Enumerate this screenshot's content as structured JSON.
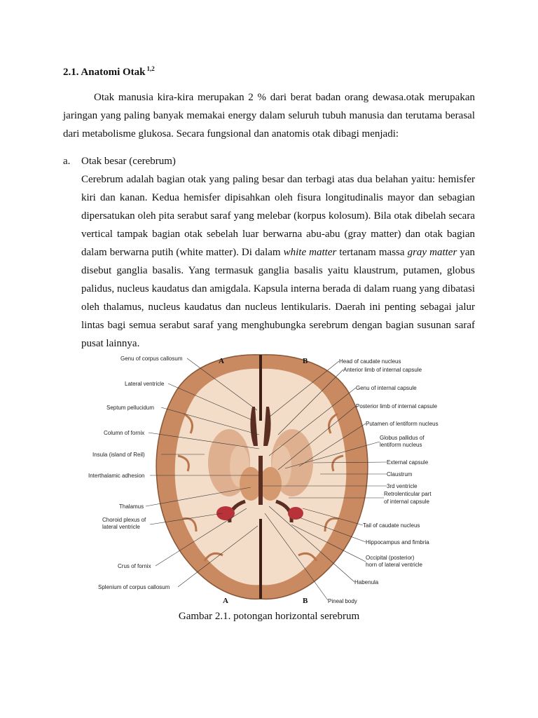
{
  "heading": {
    "text": "2.1. Anatomi Otak",
    "superscript": "1,2"
  },
  "intro": "Otak manusia kira-kira merupakan 2 % dari berat badan orang dewasa.otak merupakan jaringan yang paling banyak memakai energy dalam seluruh tubuh manusia dan terutama berasal dari metabolisme glukosa. Secara fungsional dan anatomis otak dibagi menjadi:",
  "list_item": {
    "marker": "a.",
    "title": "Otak besar (cerebrum)",
    "body": [
      {
        "text": "Cerebrum adalah bagian otak yang paling besar dan terbagi atas dua belahan yaitu: hemisfer kiri dan kanan. Kedua hemisfer dipisahkan oleh fisura longitudinalis mayor dan sebagian dipersatukan oleh pita serabut saraf yang melebar (korpus kolosum). Bila otak dibelah secara vertical tampak bagian otak sebelah luar berwarna abu-abu (gray matter) dan otak bagian dalam berwarna putih (white matter). Di dalam "
      },
      {
        "text": "white matter",
        "italic": true
      },
      {
        "text": " tertanam massa "
      },
      {
        "text": "gray matter",
        "italic": true
      },
      {
        "text": " yan disebut ganglia basalis. Yang termasuk ganglia basalis yaitu klaustrum, putamen, globus palidus, nucleus kaudatus dan amigdala. Kapsula interna berada di dalam ruang yang dibatasi oleh thalamus, nucleus kaudatus dan nucleus lentikularis. Daerah ini penting sebagai jalur lintas bagi semua serabut saraf yang menghubungka serebrum dengan bagian susunan saraf pusat lainnya."
      }
    ]
  },
  "figure": {
    "markers": {
      "top_left": "A",
      "top_right": "B",
      "bottom_left": "A",
      "bottom_right": "B"
    },
    "left_labels": [
      "Genu of corpus callosum",
      "Lateral ventricle",
      "Septum pellucidum",
      "Column of fornix",
      "Insula (island of Reil)",
      "Interthalamic adhesion",
      "Thalamus",
      "Choroid plexus of",
      "lateral ventricle",
      "Crus of fornix",
      "Splenium of corpus callosum"
    ],
    "right_labels": [
      "Head of caudate nucleus",
      "Anterior limb of internal capsule",
      "Genu of internal capsule",
      "Posterior limb of internal capsule",
      "Putamen of lentiform nucleus",
      "Globus pallidus of",
      "lentiform nucleus",
      "External capsule",
      "Claustrum",
      "3rd ventricle",
      "Retrolenticular part",
      "of internal capsule",
      "Tail of caudate nucleus",
      "Hippocampus and fimbria",
      "Occipital (posterior)",
      "horn of lateral ventricle",
      "Habenula",
      "Pineal body"
    ],
    "colors": {
      "cortex": "#c98a62",
      "white_matter": "#f4ddc8",
      "ventricle": "#5a2e22",
      "choroid": "#b8323a"
    }
  },
  "caption": "Gambar 2.1. potongan horizontal serebrum"
}
